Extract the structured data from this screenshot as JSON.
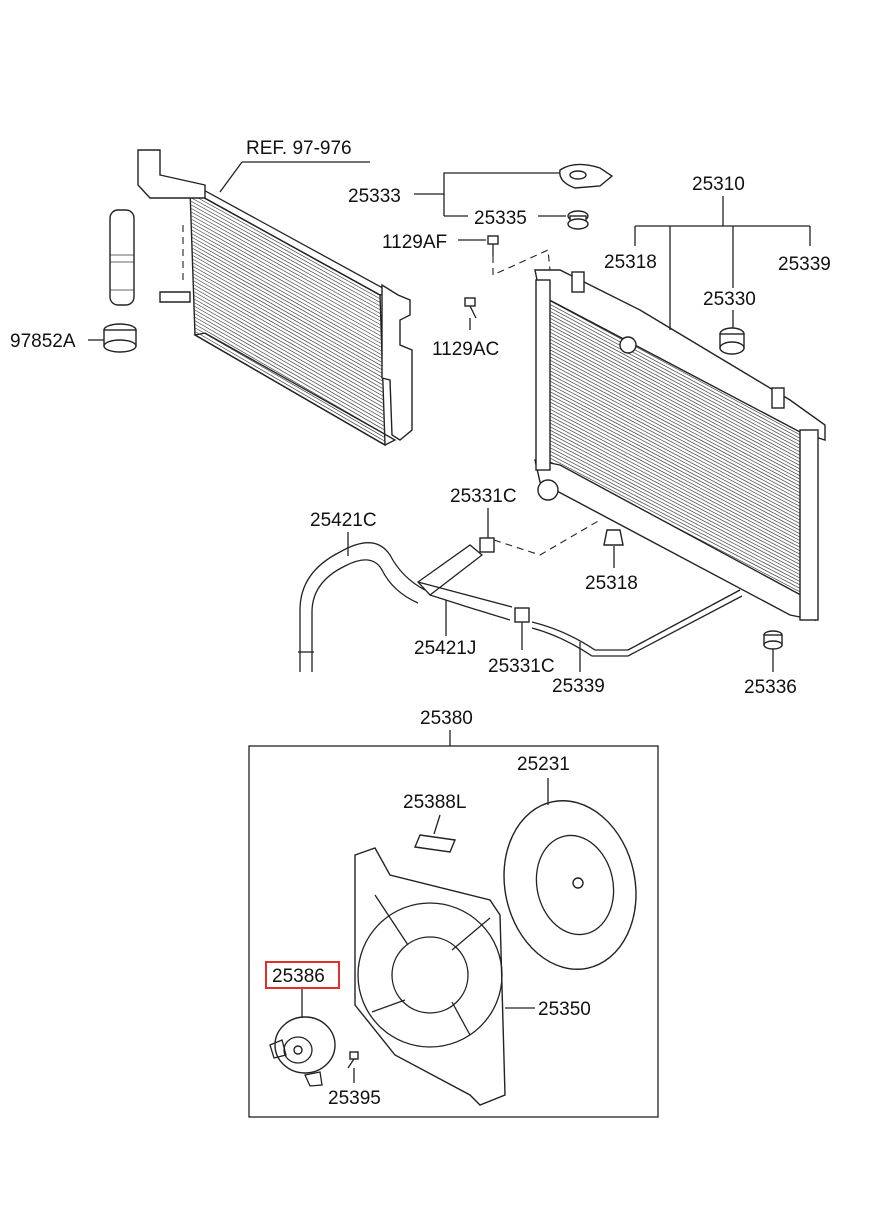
{
  "labels": {
    "ref": "REF. 97-976",
    "p25333": "25333",
    "p25335": "25335",
    "p1129AF": "1129AF",
    "p1129AC": "1129AC",
    "p97852A": "97852A",
    "p25310": "25310",
    "p25318_top": "25318",
    "p25339_top": "25339",
    "p25330": "25330",
    "p25331C_top": "25331C",
    "p25421C": "25421C",
    "p25318_mid": "25318",
    "p25421J": "25421J",
    "p25331C_bot": "25331C",
    "p25339_bot": "25339",
    "p25336": "25336",
    "p25380": "25380",
    "p25231": "25231",
    "p25388L": "25388L",
    "p25386": "25386",
    "p25350": "25350",
    "p25395": "25395"
  },
  "highlight": {
    "part": "25386",
    "color": "#e0302a"
  }
}
